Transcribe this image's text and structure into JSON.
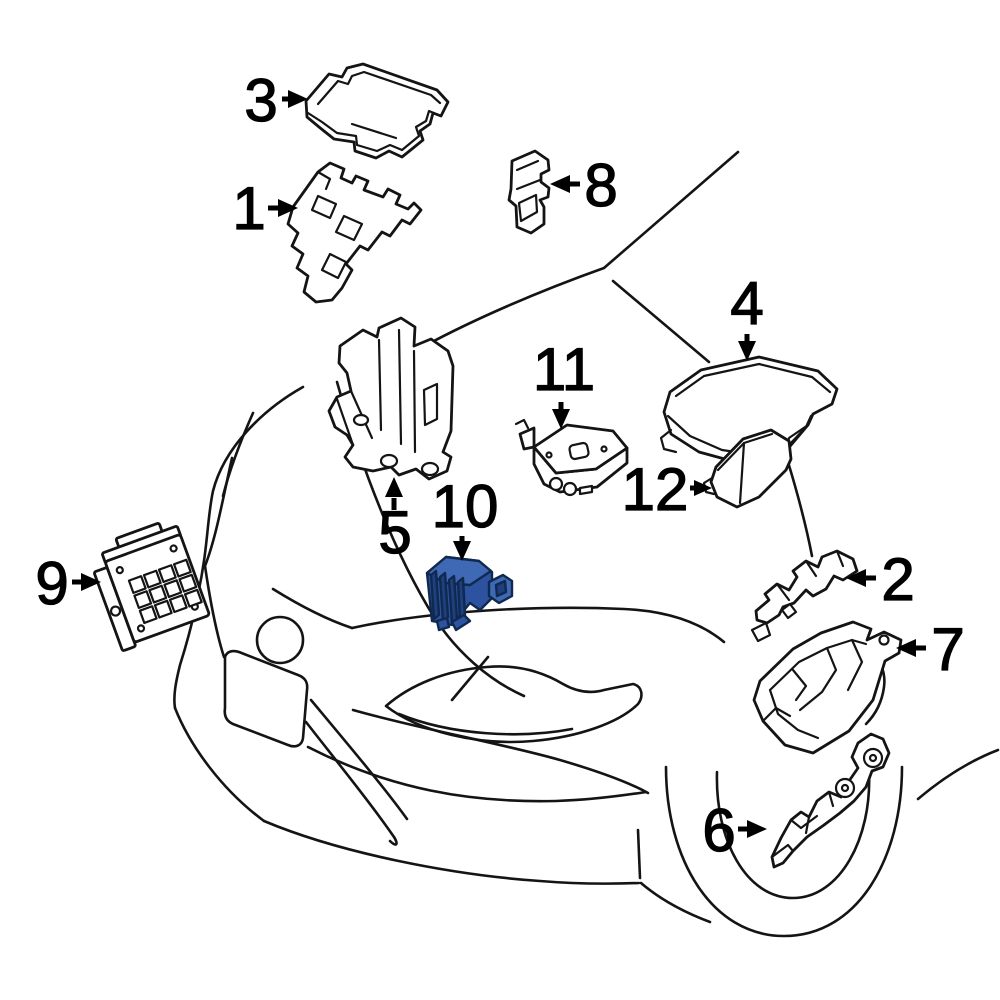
{
  "diagram": {
    "title": "Front body electrical components parts diagram",
    "style": {
      "background": "#ffffff",
      "line_color": "#141414",
      "label_color": "#000000",
      "highlight_fill": "#3f69b5",
      "highlight_fill_mid": "#2d52a0",
      "highlight_fill_dark": "#1f3f7e",
      "highlight_stroke": "#10294f"
    },
    "callouts": [
      {
        "number": "1",
        "part": "fuse-relay-block-lower-body"
      },
      {
        "number": "2",
        "part": "relay-box-bracket-rail"
      },
      {
        "number": "3",
        "part": "fuse-box-upper-cover"
      },
      {
        "number": "4",
        "part": "fuse-box-main-cover"
      },
      {
        "number": "5",
        "part": "mounting-bracket"
      },
      {
        "number": "6",
        "part": "fender-support-bracket"
      },
      {
        "number": "7",
        "part": "relay-box-lower-tray"
      },
      {
        "number": "8",
        "part": "side-mounting-bracket"
      },
      {
        "number": "9",
        "part": "control-module-grid-face"
      },
      {
        "number": "10",
        "part": "relay-module-highlighted"
      },
      {
        "number": "11",
        "part": "control-unit-ecu"
      },
      {
        "number": "12",
        "part": "relay-box-side-cover"
      }
    ]
  }
}
